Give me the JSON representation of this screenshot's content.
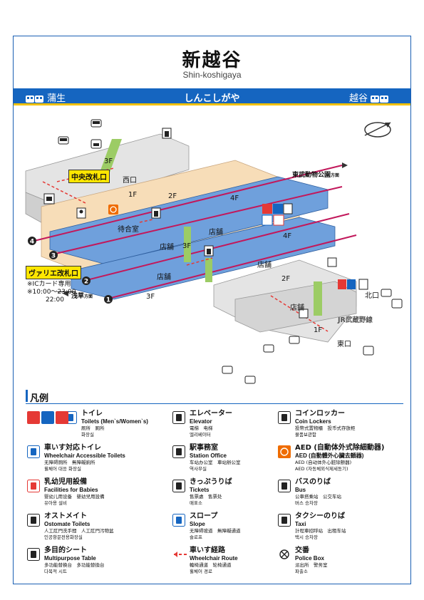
{
  "station": {
    "name": "新越谷",
    "romaji": "Shin-koshigaya",
    "kana": "しんこしがや"
  },
  "bar": {
    "left": "蒲生",
    "right": "越谷"
  },
  "map_labels": {
    "floor_3f_top": "3F",
    "floor_1f": "1F",
    "floor_2f": "2F",
    "floor_4f_a": "4F",
    "floor_3f_mid": "3F",
    "floor_4f_b": "4F",
    "floor_2f_right": "2F",
    "floor_3f_bottom": "3F",
    "floor_1f_bottom": "1F",
    "west_exit": "西口",
    "north_exit": "北口",
    "east_exit": "東口",
    "waiting_room": "待合室",
    "shop1": "店舗",
    "shop2": "店舗",
    "shop3": "店舗",
    "shop4": "店舗",
    "shop5": "店舗",
    "central_gate": "中央改札口",
    "varie_gate": "ヴァリエ改札口",
    "ic_only": "※ICカード専用",
    "hours_a": "※10:00～",
    "hours_old": "23:00",
    "hours_b": "22:00",
    "dir_tobu_park": "東武動物公園",
    "dir_asakusa": "浅草",
    "dir_suffix": "方面",
    "jr_line": "JR武蔵野線",
    "platform_1": "1",
    "platform_2": "2",
    "platform_3": "3",
    "platform_4": "4"
  },
  "legend": {
    "heading": "凡例",
    "items": [
      {
        "ja": "トイレ",
        "en": "Toilets (Men`s/Women`s)",
        "zh": "厕所　厠所",
        "ko": "화장실",
        "icon": "toilet-icon"
      },
      {
        "ja": "車いす対応トイレ",
        "en": "Wheelchair Accessible Toilets",
        "zh": "无障碍厕所　無障礙廁所",
        "ko": "휠체어 대응 화장실",
        "icon": "accessible-toilet-icon"
      },
      {
        "ja": "乳幼児用設備",
        "en": "Facilities for Babies",
        "zh": "婴幼儿用设备　嬰幼兒用設備",
        "ko": "유아용 설비",
        "icon": "baby-icon"
      },
      {
        "ja": "オストメイト",
        "en": "Ostomate Toilets",
        "zh": "人工肛門洗手間　人工肛門污物盆",
        "ko": "인공항문전용화장실",
        "icon": "ostomate-icon"
      },
      {
        "ja": "多目的シート",
        "en": "Multipurpose Table",
        "zh": "多功能替换台　多功能替換台",
        "ko": "다목적 시트",
        "icon": "multipurpose-table-icon"
      },
      {
        "ja": "エレベーター",
        "en": "Elevator",
        "zh": "電梯　电梯",
        "ko": "엘리베이터",
        "icon": "elevator-icon"
      },
      {
        "ja": "駅事務室",
        "en": "Station Office",
        "zh": "车站办公室　車站辦公室",
        "ko": "역사무실",
        "icon": "station-office-icon"
      },
      {
        "ja": "きっぷうりば",
        "en": "Tickets",
        "zh": "售票處　售票处",
        "ko": "매표소",
        "icon": "ticket-icon"
      },
      {
        "ja": "スロープ",
        "en": "Slope",
        "zh": "无障碍坡道　無障礙通道",
        "ko": "슬로프",
        "icon": "slope-icon"
      },
      {
        "ja": "車いす経路",
        "en": "Wheelchair Route",
        "zh": "輪椅通道　轮椅通道",
        "ko": "휠체어 경로",
        "icon": "wheelchair-route-icon"
      },
      {
        "ja": "コインロッカー",
        "en": "Coin Lockers",
        "zh": "投幣式置物櫃　投币式存放柜",
        "ko": "물품보관함",
        "icon": "locker-icon"
      },
      {
        "ja": "AED (自動体外式除細動器)",
        "en": "AED (自動體外心臟去顫器)",
        "zh": "AED (自动体外心脏除颤器)",
        "ko": "AED (자동체외식제세동기)",
        "icon": "aed-icon"
      },
      {
        "ja": "バスのりば",
        "en": "Bus",
        "zh": "公車搭乘站　公交车站",
        "ko": "버스 승차장",
        "icon": "bus-icon"
      },
      {
        "ja": "タクシーのりば",
        "en": "Taxi",
        "zh": "計程車招呼站　出租车站",
        "ko": "택시 승차장",
        "icon": "taxi-icon"
      },
      {
        "ja": "交番",
        "en": "Police Box",
        "zh": "派出所　警务室",
        "ko": "파출소",
        "icon": "police-box-icon"
      }
    ]
  },
  "colors": {
    "frame": "#1a5fb4",
    "bar": "#1565c0",
    "bar_accent": "#f2c100",
    "platform": "#6fa0dc",
    "concourse": "#f7ddb8",
    "route": "#e53935",
    "track_line": "#c2185b",
    "gate": "#ffe600"
  }
}
